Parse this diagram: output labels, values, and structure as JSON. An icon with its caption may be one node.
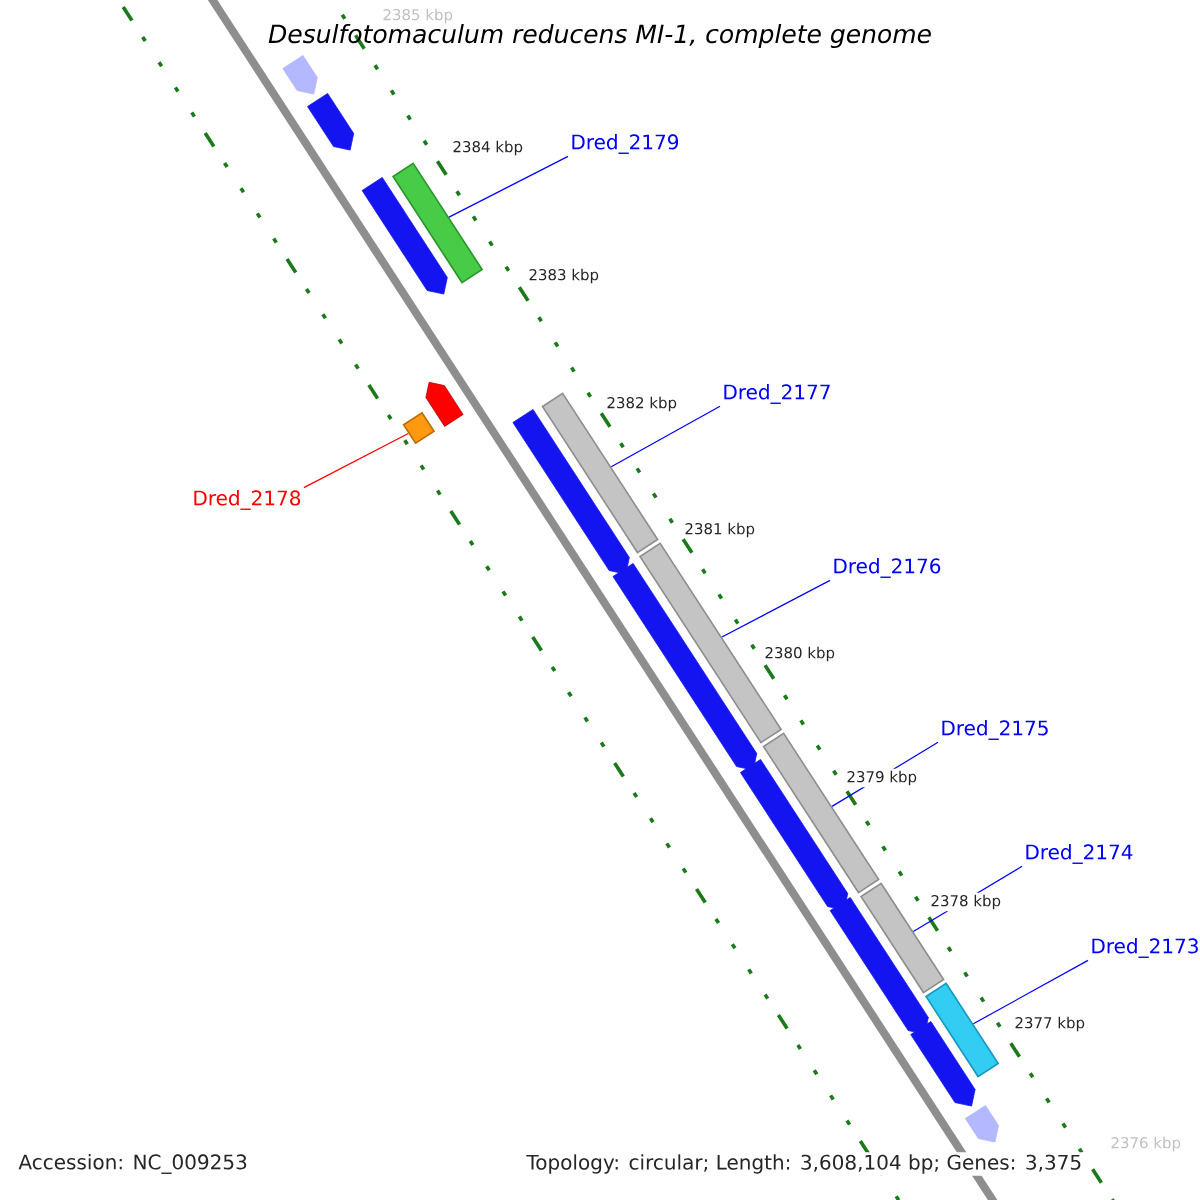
{
  "diagram": {
    "title": "Desulfotomaculum reducens MI-1, complete genome",
    "nodes": [
      {
        "text": [
          "Dred_2179"
        ]
      },
      {
        "text": [],
        "shape": "bar"
      },
      {
        "text": [
          "Dred_2177"
        ]
      },
      {
        "text": [],
        "shape": "bar"
      },
      {
        "text": [
          "Dred_2178"
        ]
      },
      {
        "text": [],
        "shape": "box"
      },
      {
        "text": [
          "Dred_2176"
        ]
      },
      {
        "text": [],
        "shape": "bar"
      },
      {
        "text": [
          "Dred_2175"
        ]
      },
      {
        "text": [],
        "shape": "bar"
      },
      {
        "text": [
          "Dred_2174"
        ]
      },
      {
        "text": [],
        "shape": "bar"
      },
      {
        "text": [
          "Dred_2173"
        ]
      },
      {
        "text": [],
        "shape": "bar"
      },
      {
        "text": [],
        "shape": "arrow"
      },
      {
        "text": [],
        "shape": "arrow"
      },
      {
        "text": [],
        "shape": "arrow"
      },
      {
        "text": [],
        "shape": "arrow"
      },
      {
        "text": [],
        "shape": "arrow"
      },
      {
        "text": [],
        "shape": "arrow"
      },
      {
        "text": [],
        "shape": "arrow"
      },
      {
        "text": [],
        "shape": "arrow"
      },
      {
        "text": [],
        "shape": "arrow"
      },
      {
        "text": [],
        "shape": "arrow"
      }
    ],
    "edges": [
      {
        "from": 0,
        "to": 1,
        "arrow": "none"
      },
      {
        "from": 2,
        "to": 3,
        "arrow": "none"
      },
      {
        "from": 4,
        "to": 5,
        "arrow": "none",
        "color": "#ff0000"
      },
      {
        "from": 6,
        "to": 7,
        "arrow": "none"
      },
      {
        "from": 8,
        "to": 9,
        "arrow": "none"
      },
      {
        "from": 10,
        "to": 11,
        "arrow": "none"
      },
      {
        "from": 12,
        "to": 13,
        "arrow": "none"
      }
    ],
    "labels": [
      "2385 kbp",
      "2384 kbp",
      "2383 kbp",
      "2382 kbp",
      "2381 kbp",
      "2380 kbp",
      "2379 kbp",
      "2378 kbp",
      "2377 kbp",
      "2376 kbp",
      "Accession: NC_009253",
      "Topology: circular; Length: 3,608,104 bp; Genes: 3,375"
    ]
  }
}
